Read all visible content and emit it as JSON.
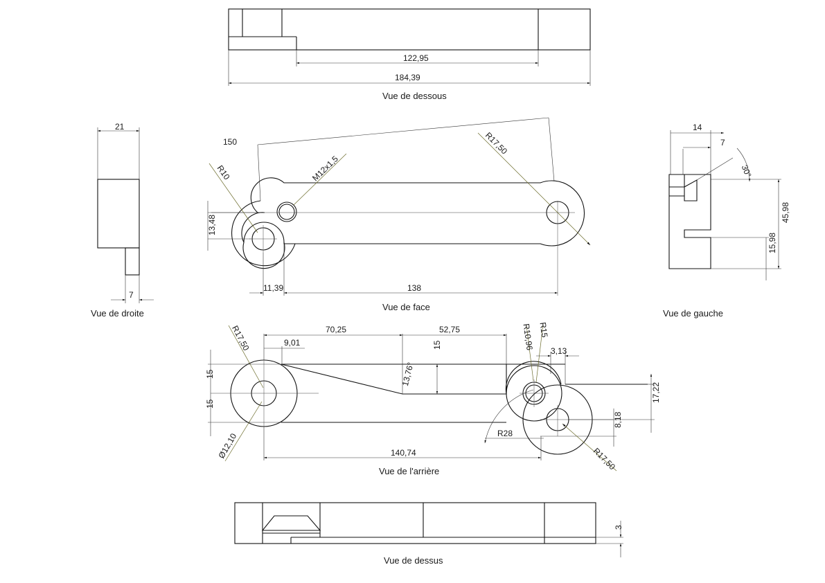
{
  "views": {
    "bottom": "Vue de dessous",
    "front": "Vue de face",
    "right": "Vue de droite",
    "left": "Vue de gauche",
    "rear": "Vue de l'arrière",
    "top": "Vue de dessus"
  },
  "dims": {
    "bottom_inner": "122,95",
    "bottom_total": "184,39",
    "right_width": "21",
    "right_pin": "7",
    "front_dist": "150",
    "front_r10": "R10",
    "front_thread": "M12x1,5",
    "front_r1750": "R17,50",
    "front_h": "13,48",
    "front_off": "11,39",
    "front_len": "138",
    "left_w": "14",
    "left_w2": "7",
    "left_angle": "30°",
    "left_h": "45,98",
    "left_h2": "15,98",
    "rear_r1750a": "R17,50",
    "rear_a": "70,25",
    "rear_b": "52,75",
    "rear_c": "9,01",
    "rear_r1096": "R10,96",
    "rear_r15": "R15",
    "rear_313": "3,13",
    "rear_15v": "15",
    "rear_15a": "15",
    "rear_15b": "15",
    "rear_angle": "13,76°",
    "rear_1722": "17,22",
    "rear_818": "8,18",
    "rear_r28": "R28",
    "rear_dia": "Ø12,10",
    "rear_len": "140,74",
    "rear_r1750b": "R17,50",
    "top_3": "3"
  }
}
